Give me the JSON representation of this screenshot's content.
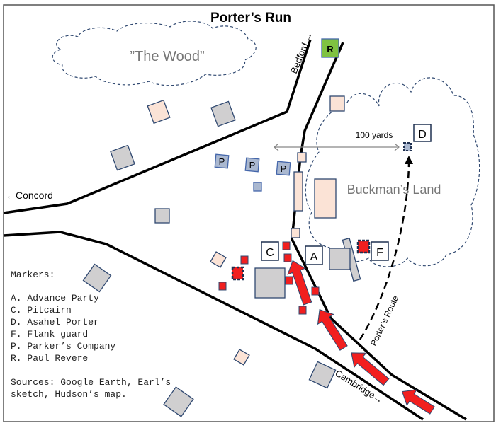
{
  "title": "Porter’s Run",
  "areas": {
    "wood": "”The Wood”",
    "buckman": "Buckman’s Land"
  },
  "roads": {
    "concord": "←Concord",
    "bedford": "Bedford →",
    "cambridge": "Cambridge→",
    "porters_route": "Porter’s Route"
  },
  "distance_label": "100 yards",
  "markers": {
    "R": "R",
    "P": "P",
    "C": "C",
    "A": "A",
    "D": "D",
    "F": "F"
  },
  "legend": {
    "heading": "Markers:",
    "items": [
      "A. Advance Party",
      "C. Pitcairn",
      "D. Asahel Porter",
      "F. Flank guard",
      "P. Parker’s Company",
      "R. Paul Revere"
    ],
    "sources_line1": "Sources: Google Earth, Earl’s",
    "sources_line2": "sketch, Hudson’s map."
  },
  "colors": {
    "british": "#f21f1f",
    "militia": "#aab8d0",
    "revere": "#7fc241",
    "house_peach": "#fbe3d6",
    "house_gray": "#d0cfd0"
  }
}
